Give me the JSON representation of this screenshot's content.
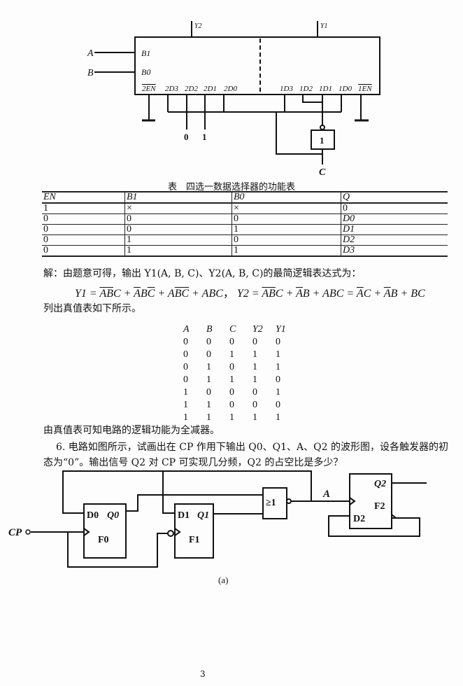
{
  "mux_figure": {
    "outputs": [
      "Y2",
      "Y1"
    ],
    "inputs": [
      "A",
      "B"
    ],
    "select_labels": [
      "B1",
      "B0"
    ],
    "bottom_labels": [
      "2EN",
      "2D3",
      "2D2",
      "2D1",
      "2D0",
      "1D3",
      "1D2",
      "1D1",
      "1D0",
      "1EN"
    ],
    "constant_labels": [
      "0",
      "1"
    ],
    "inverter_label": "1",
    "c_label": "C"
  },
  "function_table": {
    "caption": "表　四选一数据选择器的功能表",
    "headers": [
      "EN",
      "B1",
      "B0",
      "Q"
    ],
    "rows": [
      [
        "1",
        "×",
        "×",
        "0"
      ],
      [
        "0",
        "0",
        "0",
        "D0"
      ],
      [
        "0",
        "0",
        "1",
        "D1"
      ],
      [
        "0",
        "1",
        "0",
        "D2"
      ],
      [
        "0",
        "1",
        "1",
        "D3"
      ]
    ]
  },
  "solution": {
    "line1": "解：由题意可得，输出 Y1(A, B, C)、Y2(A, B, C)的最简逻辑表达式为：",
    "y1_lhs": "Y1 =",
    "y1_terms": [
      [
        [
          "A",
          1
        ],
        [
          "B",
          1
        ],
        [
          "C",
          0
        ]
      ],
      [
        [
          "A",
          1
        ],
        [
          "B",
          0
        ],
        [
          "C",
          1
        ]
      ],
      [
        [
          "A",
          0
        ],
        [
          "B",
          1
        ],
        [
          "C",
          1
        ]
      ],
      [
        [
          "A",
          0
        ],
        [
          "B",
          0
        ],
        [
          "C",
          0
        ]
      ]
    ],
    "y2_lhs": "Y2 =",
    "y2_terms": [
      [
        [
          "A",
          1
        ],
        [
          "B",
          1
        ],
        [
          "C",
          0
        ]
      ],
      [
        [
          "A",
          1
        ],
        [
          "B",
          0
        ]
      ],
      [
        [
          "A",
          0
        ],
        [
          "B",
          0
        ],
        [
          "C",
          0
        ]
      ]
    ],
    "y2_simplified": [
      [
        [
          "A",
          1
        ],
        [
          "C",
          0
        ]
      ],
      [
        [
          "A",
          1
        ],
        [
          "B",
          0
        ]
      ],
      [
        [
          "B",
          0
        ],
        [
          "C",
          0
        ]
      ]
    ],
    "line3": "列出真值表如下所示。",
    "conclusion": "由真值表可知电路的逻辑功能为全减器。"
  },
  "truth_table": {
    "headers": [
      "A",
      "B",
      "C",
      "Y2",
      "Y1"
    ],
    "rows": [
      [
        "0",
        "0",
        "0",
        "0",
        "0"
      ],
      [
        "0",
        "0",
        "1",
        "1",
        "1"
      ],
      [
        "0",
        "1",
        "0",
        "1",
        "1"
      ],
      [
        "0",
        "1",
        "1",
        "1",
        "0"
      ],
      [
        "1",
        "0",
        "0",
        "0",
        "1"
      ],
      [
        "1",
        "1",
        "0",
        "0",
        "0"
      ],
      [
        "1",
        "1",
        "1",
        "1",
        "1"
      ]
    ]
  },
  "question": {
    "line1": "6. 电路如图所示，试画出在 CP 作用下输出 Q0、Q1、A、Q2 的波形图，设各触发器的初",
    "line2": "态为“0”。输出信号 Q2 对 CP 可实现几分频，Q2 的占空比是多少？"
  },
  "ff_figure": {
    "cp": "CP",
    "f0": {
      "d": "D0",
      "q": "Q0",
      "name": "F0"
    },
    "f1": {
      "d": "D1",
      "q": "Q1",
      "name": "F1"
    },
    "or_gate": "≥1",
    "a_label": "A",
    "f2": {
      "d": "D2",
      "q": "Q2",
      "name": "F2"
    },
    "caption": "(a)"
  },
  "page_number": "3"
}
